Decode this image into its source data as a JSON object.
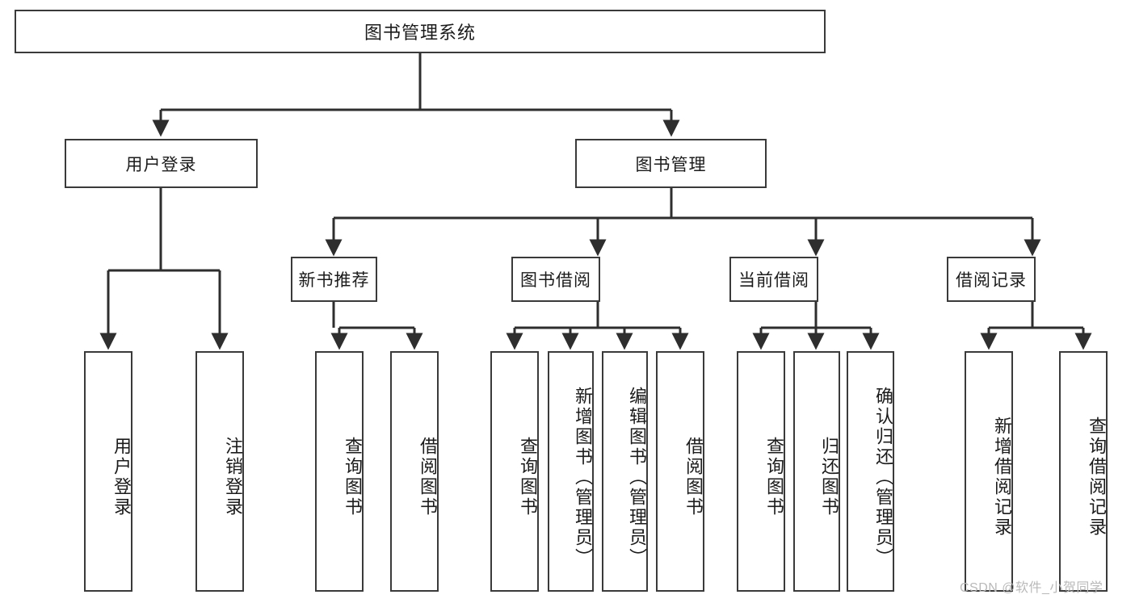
{
  "diagram": {
    "type": "tree",
    "title": "图书管理系统",
    "watermark": "CSDN @软件_小贺同学",
    "colors": {
      "stroke": "#3a3a3a",
      "fill": "#ffffff",
      "text": "#1b1b1b",
      "watermark": "#b9b9b9"
    },
    "root": {
      "label": "图书管理系统"
    },
    "level2": [
      {
        "label": "用户登录"
      },
      {
        "label": "图书管理"
      }
    ],
    "level3": [
      {
        "label": "新书推荐"
      },
      {
        "label": "图书借阅"
      },
      {
        "label": "当前借阅"
      },
      {
        "label": "借阅记录"
      }
    ],
    "leaves": {
      "user_login": [
        {
          "label": "用户登录"
        },
        {
          "label": "注销登录"
        }
      ],
      "new_book_recommend": [
        {
          "label": "查询图书"
        },
        {
          "label": "借阅图书"
        }
      ],
      "book_borrow": [
        {
          "label": "查询图书"
        },
        {
          "label": "新增图书（管理员）"
        },
        {
          "label": "编辑图书（管理员）"
        },
        {
          "label": "借阅图书"
        }
      ],
      "current_borrow": [
        {
          "label": "查询图书"
        },
        {
          "label": "归还图书"
        },
        {
          "label": "确认归还（管理员）"
        }
      ],
      "borrow_record": [
        {
          "label": "新增借阅记录"
        },
        {
          "label": "查询借阅记录"
        }
      ]
    }
  }
}
